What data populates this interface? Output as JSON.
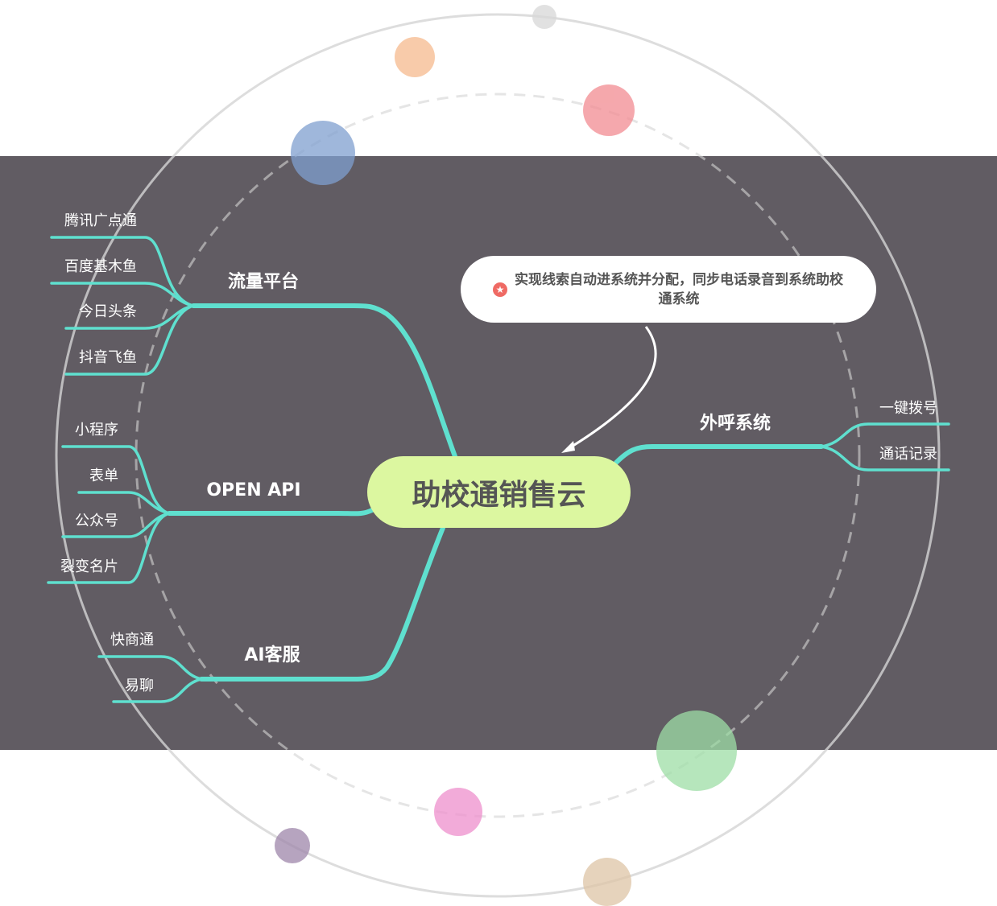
{
  "center": {
    "label": "助校通销售云",
    "color": "#dcf7a0"
  },
  "branches": [
    {
      "label": "流量平台",
      "leaves": [
        "腾讯广点通",
        "百度基木鱼",
        "今日头条",
        "抖音飞鱼"
      ]
    },
    {
      "label": "OPEN API",
      "leaves": [
        "小程序",
        "表单",
        "公众号",
        "裂变名片"
      ]
    },
    {
      "label": "AI客服",
      "leaves": [
        "快商通",
        "易聊"
      ]
    },
    {
      "label": "外呼系统",
      "leaves": [
        "一键拨号",
        "通话记录"
      ]
    }
  ],
  "callout": {
    "icon": "star-icon",
    "text": "实现线索自动进系统并分配，同步电话录音到系统助校通系统"
  },
  "colors": {
    "band": "#615c63",
    "line": "#5fe0cf"
  }
}
